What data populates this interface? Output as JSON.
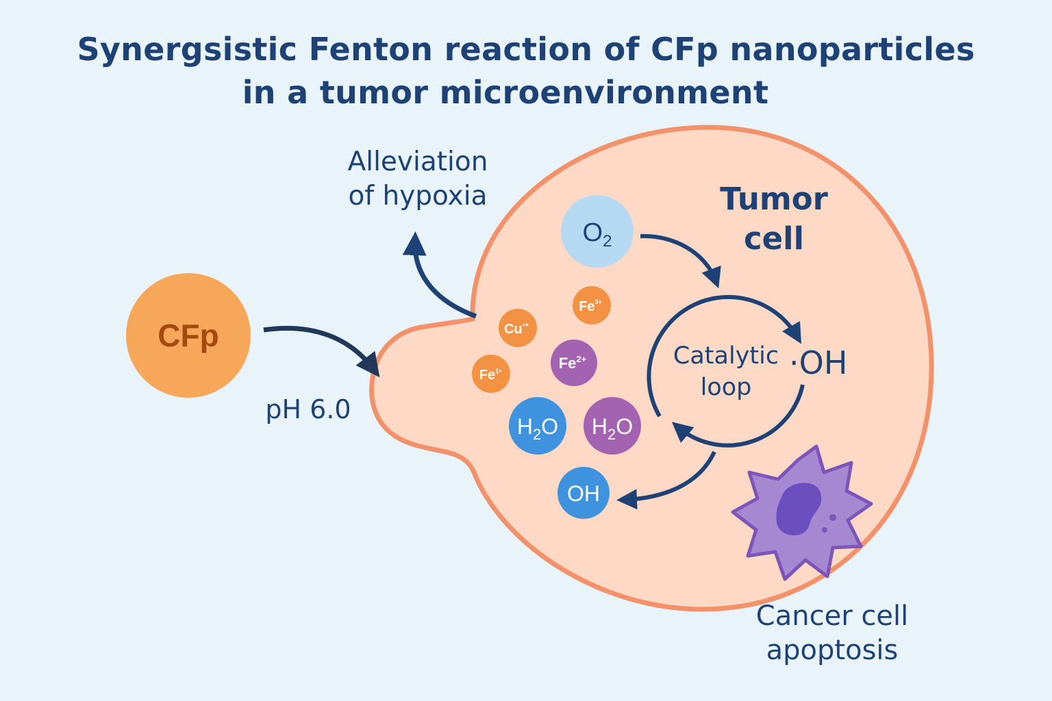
{
  "title": {
    "line1": "Synergsistic Fenton reaction of CFp nanoparticles",
    "line2": "in a tumor microenvironment"
  },
  "labels": {
    "alleviation_line1": "Alleviation",
    "alleviation_line2": "of hypoxia",
    "tumor_line1": "Tumor",
    "tumor_line2": "cell",
    "ph": "pH 6.0",
    "catalytic_line1": "Catalytic",
    "catalytic_line2": "loop",
    "hydroxyl_radical": "·OH",
    "apoptosis_line1": "Cancer cell",
    "apoptosis_line2": "apoptosis"
  },
  "particles": {
    "cfp": "CFp",
    "o2_main": "O",
    "o2_sub": "2",
    "cu_main": "Cu",
    "cu_sup": "•+",
    "fe_top_main": "Fe",
    "fe_top_sup": "3+",
    "fe_left_main": "Fe",
    "fe_left_sup": "1•",
    "fe2_main": "Fe",
    "fe2_sup": "2+",
    "h2o_blue_pre": "H",
    "h2o_blue_sub": "2",
    "h2o_blue_post": "O",
    "h2o_purple_pre": "H",
    "h2o_purple_sub": "2",
    "h2o_purple_post": "O",
    "oh": "OH"
  },
  "colors": {
    "background": "#e8f3fa",
    "title": "#1f4276",
    "tumor_fill": "#fdd9c6",
    "tumor_border": "#f3916a",
    "cfp_fill": "#f6a75a",
    "cfp_text": "#a34a0f",
    "o2_fill": "#b6d9f3",
    "orange_ion": "#f39243",
    "purple_ion": "#a463b1",
    "blue_molecule": "#3f93de",
    "apoptotic_cell": "#a687d2"
  }
}
